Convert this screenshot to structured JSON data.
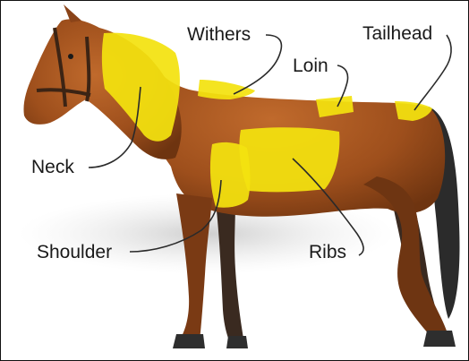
{
  "diagram": {
    "highlight_color": "#F3E20F",
    "coat_color": "#A0521E",
    "labels": {
      "withers": "Withers",
      "tailhead": "Tailhead",
      "loin": "Loin",
      "neck": "Neck",
      "shoulder": "Shoulder",
      "ribs": "Ribs"
    }
  }
}
